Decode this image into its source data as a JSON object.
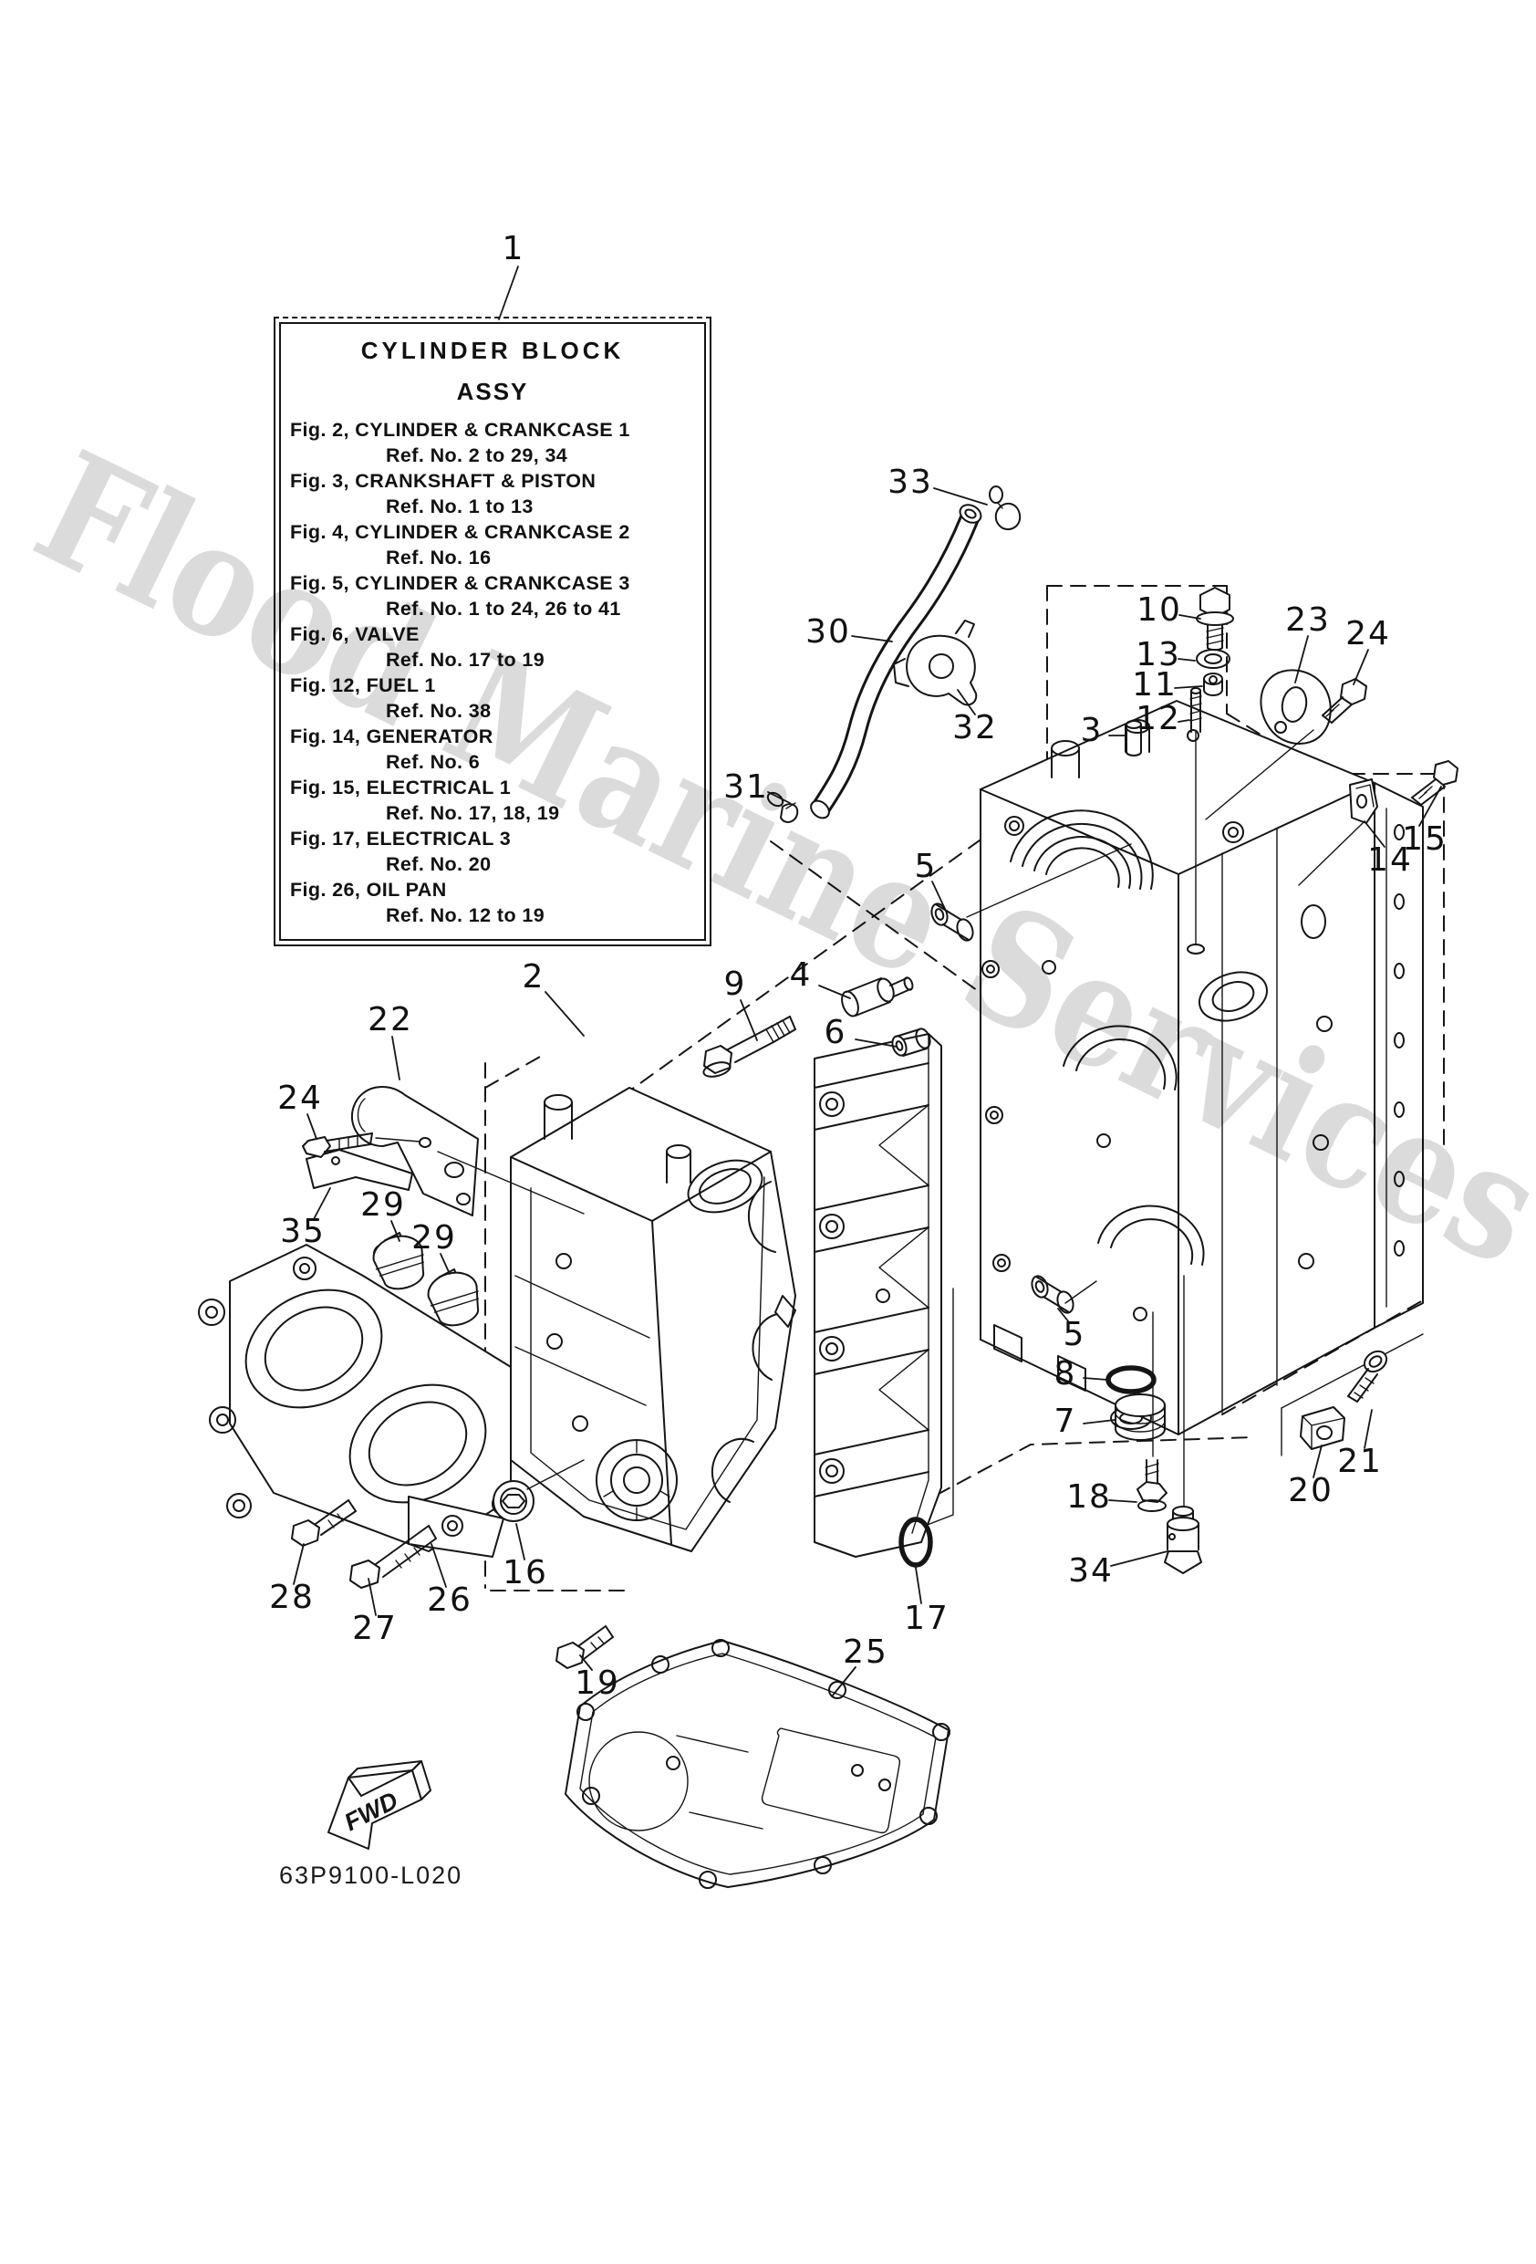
{
  "watermark": "Flood Marine Services",
  "drawing_code": "63P9100-L020",
  "fwd_label": "FWD",
  "colors": {
    "ink": "#151515",
    "watermark_gray": "#bdbdbd",
    "paper": "#ffffff"
  },
  "title_box": {
    "title_line1": "CYLINDER BLOCK",
    "title_line2": "ASSY",
    "entries": [
      {
        "fig": "Fig. 2, CYLINDER & CRANKCASE 1",
        "ref": "Ref. No. 2 to 29, 34"
      },
      {
        "fig": "Fig. 3, CRANKSHAFT & PISTON",
        "ref": "Ref. No. 1 to 13"
      },
      {
        "fig": "Fig. 4, CYLINDER & CRANKCASE 2",
        "ref": "Ref. No. 16"
      },
      {
        "fig": "Fig. 5, CYLINDER & CRANKCASE 3",
        "ref": "Ref. No. 1 to 24, 26 to 41"
      },
      {
        "fig": "Fig. 6, VALVE",
        "ref": "Ref. No. 17 to 19"
      },
      {
        "fig": "Fig. 12, FUEL 1",
        "ref": "Ref. No. 38"
      },
      {
        "fig": "Fig. 14, GENERATOR",
        "ref": "Ref. No. 6"
      },
      {
        "fig": "Fig. 15, ELECTRICAL 1",
        "ref": "Ref. No. 17, 18, 19"
      },
      {
        "fig": "Fig. 17, ELECTRICAL 3",
        "ref": "Ref. No. 20"
      },
      {
        "fig": "Fig. 26, OIL PAN",
        "ref": "Ref. No. 12 to 19"
      }
    ]
  },
  "callouts": {
    "c1": {
      "label": "1"
    },
    "c33": {
      "label": "33"
    },
    "c30": {
      "label": "30"
    },
    "c10": {
      "label": "10"
    },
    "c13": {
      "label": "13"
    },
    "c11": {
      "label": "11"
    },
    "c12": {
      "label": "12"
    },
    "c3": {
      "label": "3"
    },
    "c32": {
      "label": "32"
    },
    "c23": {
      "label": "23"
    },
    "c24r": {
      "label": "24"
    },
    "c31": {
      "label": "31"
    },
    "c15": {
      "label": "15"
    },
    "c14": {
      "label": "14"
    },
    "c5a": {
      "label": "5"
    },
    "c2": {
      "label": "2"
    },
    "c9": {
      "label": "9"
    },
    "c4": {
      "label": "4"
    },
    "c6": {
      "label": "6"
    },
    "c22": {
      "label": "22"
    },
    "c24l": {
      "label": "24"
    },
    "c29a": {
      "label": "29"
    },
    "c29b": {
      "label": "29"
    },
    "c35": {
      "label": "35"
    },
    "c5b": {
      "label": "5"
    },
    "c8": {
      "label": "8"
    },
    "c7": {
      "label": "7"
    },
    "c18": {
      "label": "18"
    },
    "c34": {
      "label": "34"
    },
    "c20": {
      "label": "20"
    },
    "c21": {
      "label": "21"
    },
    "c28": {
      "label": "28"
    },
    "c27": {
      "label": "27"
    },
    "c26": {
      "label": "26"
    },
    "c16": {
      "label": "16"
    },
    "c19": {
      "label": "19"
    },
    "c25": {
      "label": "25"
    },
    "c17": {
      "label": "17"
    }
  }
}
